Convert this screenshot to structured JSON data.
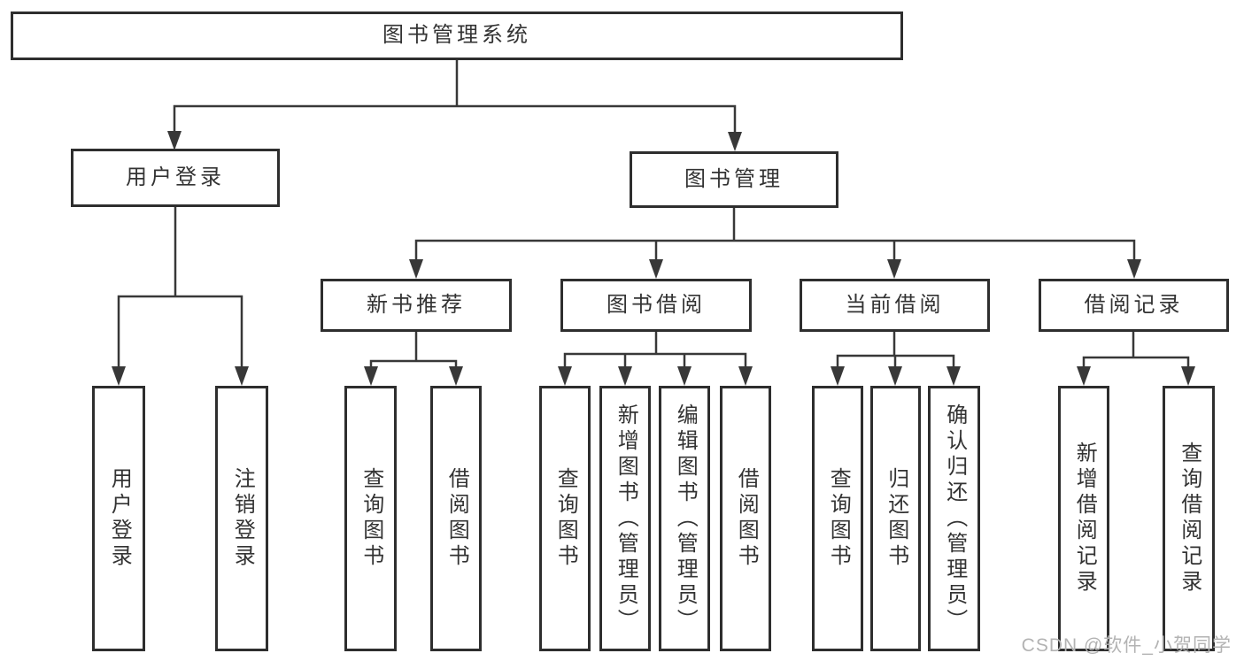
{
  "diagram": {
    "root": {
      "label": "图书管理系统"
    },
    "branches": [
      {
        "label": "用户登录",
        "children": [
          {
            "label": "用户登录"
          },
          {
            "label": "注销登录"
          }
        ]
      },
      {
        "label": "图书管理",
        "sections": [
          {
            "label": "新书推荐",
            "children": [
              {
                "label": "查询图书"
              },
              {
                "label": "借阅图书"
              }
            ]
          },
          {
            "label": "图书借阅",
            "children": [
              {
                "label": "查询图书"
              },
              {
                "label": "新增图书（管理员）"
              },
              {
                "label": "编辑图书（管理员）"
              },
              {
                "label": "借阅图书"
              }
            ]
          },
          {
            "label": "当前借阅",
            "children": [
              {
                "label": "查询图书"
              },
              {
                "label": "归还图书"
              },
              {
                "label": "确认归还（管理员）"
              }
            ]
          },
          {
            "label": "借阅记录",
            "children": [
              {
                "label": "新增借阅记录"
              },
              {
                "label": "查询借阅记录"
              }
            ]
          }
        ]
      }
    ]
  },
  "watermark": {
    "text": "CSDN @软件_小贺同学"
  },
  "colors": {
    "line": "#383838",
    "box_border": "#2e2e2e",
    "text": "#333333",
    "watermark": "#b3b3b3",
    "background": "#ffffff"
  }
}
